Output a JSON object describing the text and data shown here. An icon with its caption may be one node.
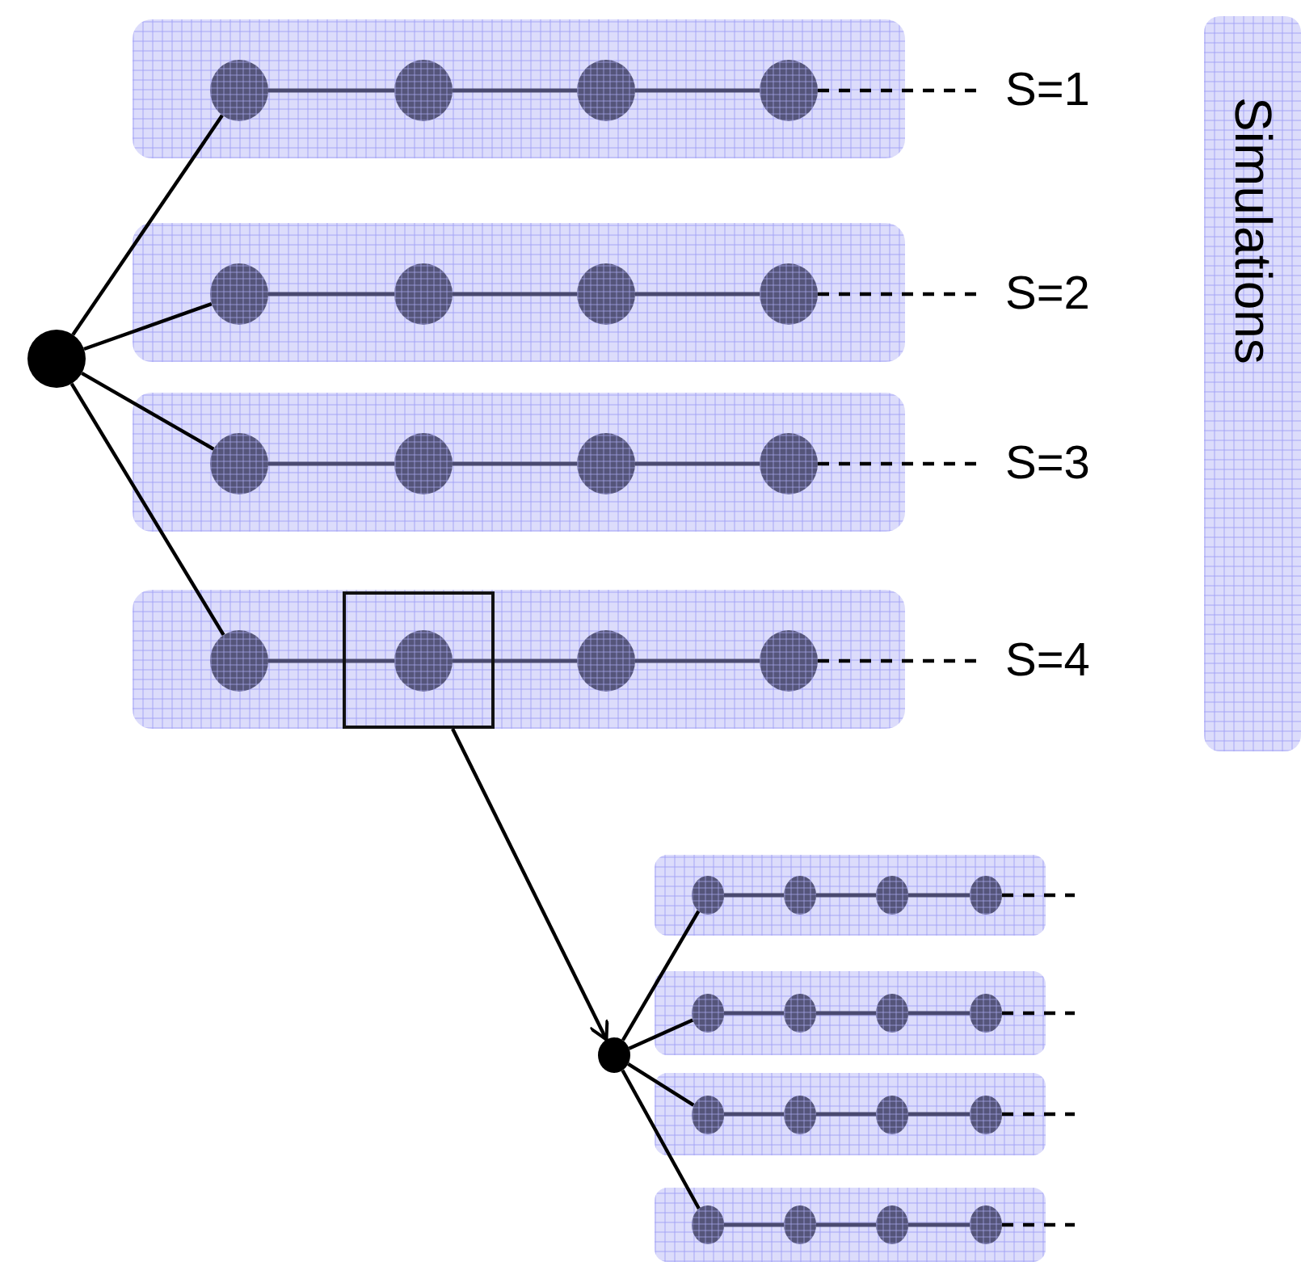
{
  "diagram": {
    "nodes": [
      {
        "text": [],
        "shape": "circle"
      },
      {
        "text": [],
        "shape": "box"
      },
      {
        "text": [],
        "shape": "circle",
        "in": 1
      },
      {
        "text": [],
        "shape": "circle",
        "in": 1
      },
      {
        "text": [],
        "shape": "circle",
        "in": 1
      },
      {
        "text": [],
        "shape": "circle",
        "in": 1
      },
      {
        "text": [
          "S=1"
        ]
      },
      {
        "text": [],
        "shape": "box"
      },
      {
        "text": [],
        "shape": "circle",
        "in": 7
      },
      {
        "text": [],
        "shape": "circle",
        "in": 7
      },
      {
        "text": [],
        "shape": "circle",
        "in": 7
      },
      {
        "text": [],
        "shape": "circle",
        "in": 7
      },
      {
        "text": [
          "S=2"
        ]
      },
      {
        "text": [],
        "shape": "box"
      },
      {
        "text": [],
        "shape": "circle",
        "in": 13
      },
      {
        "text": [],
        "shape": "circle",
        "in": 13
      },
      {
        "text": [],
        "shape": "circle",
        "in": 13
      },
      {
        "text": [],
        "shape": "circle",
        "in": 13
      },
      {
        "text": [
          "S=3"
        ]
      },
      {
        "text": [],
        "shape": "box"
      },
      {
        "text": [],
        "shape": "circle",
        "in": 19
      },
      {
        "text": [],
        "shape": "circle",
        "in": 25
      },
      {
        "text": [],
        "shape": "circle",
        "in": 19
      },
      {
        "text": [],
        "shape": "circle",
        "in": 19
      },
      {
        "text": [
          "S=4"
        ]
      },
      {
        "text": [],
        "shape": "box",
        "in": 19
      },
      {
        "text": [
          "Simulations"
        ]
      },
      {
        "text": [],
        "shape": "circle"
      },
      {
        "text": [],
        "shape": "box"
      },
      {
        "text": [],
        "shape": "circle",
        "in": 28
      },
      {
        "text": [],
        "shape": "circle",
        "in": 28
      },
      {
        "text": [],
        "shape": "circle",
        "in": 28
      },
      {
        "text": [],
        "shape": "circle",
        "in": 28
      },
      {
        "text": [],
        "shape": "box"
      },
      {
        "text": [],
        "shape": "circle",
        "in": 33
      },
      {
        "text": [],
        "shape": "circle",
        "in": 33
      },
      {
        "text": [],
        "shape": "circle",
        "in": 33
      },
      {
        "text": [],
        "shape": "circle",
        "in": 33
      },
      {
        "text": [],
        "shape": "box"
      },
      {
        "text": [],
        "shape": "circle",
        "in": 38
      },
      {
        "text": [],
        "shape": "circle",
        "in": 38
      },
      {
        "text": [],
        "shape": "circle",
        "in": 38
      },
      {
        "text": [],
        "shape": "circle",
        "in": 38
      },
      {
        "text": [],
        "shape": "box"
      },
      {
        "text": [],
        "shape": "circle",
        "in": 43
      },
      {
        "text": [],
        "shape": "circle",
        "in": 43
      },
      {
        "text": [],
        "shape": "circle",
        "in": 43
      },
      {
        "text": [],
        "shape": "circle",
        "in": 43
      }
    ],
    "edges": [
      {
        "from": 0,
        "to": 2,
        "arrow": "none",
        "color": "#000000"
      },
      {
        "from": 0,
        "to": 8,
        "arrow": "none",
        "color": "#000000"
      },
      {
        "from": 0,
        "to": 14,
        "arrow": "none",
        "color": "#000000"
      },
      {
        "from": 0,
        "to": 20,
        "arrow": "none",
        "color": "#000000"
      },
      {
        "from": 2,
        "to": 3,
        "arrow": "none"
      },
      {
        "from": 3,
        "to": 4,
        "arrow": "none"
      },
      {
        "from": 4,
        "to": 5,
        "arrow": "none"
      },
      {
        "from": 8,
        "to": 9,
        "arrow": "none"
      },
      {
        "from": 9,
        "to": 10,
        "arrow": "none"
      },
      {
        "from": 10,
        "to": 11,
        "arrow": "none"
      },
      {
        "from": 14,
        "to": 15,
        "arrow": "none"
      },
      {
        "from": 15,
        "to": 16,
        "arrow": "none"
      },
      {
        "from": 16,
        "to": 17,
        "arrow": "none"
      },
      {
        "from": 20,
        "to": 21,
        "arrow": "none"
      },
      {
        "from": 21,
        "to": 22,
        "arrow": "none"
      },
      {
        "from": 22,
        "to": 23,
        "arrow": "none"
      },
      {
        "from": 5,
        "to": 6,
        "arrow": "none",
        "style": "dashed",
        "color": "#000000"
      },
      {
        "from": 11,
        "to": 12,
        "arrow": "none",
        "style": "dashed",
        "color": "#000000"
      },
      {
        "from": 17,
        "to": 18,
        "arrow": "none",
        "style": "dashed",
        "color": "#000000"
      },
      {
        "from": 23,
        "to": 24,
        "arrow": "none",
        "style": "dashed",
        "color": "#000000"
      },
      {
        "from": 25,
        "to": 27,
        "arrow": "to",
        "color": "#000000"
      },
      {
        "from": 27,
        "to": 29,
        "arrow": "none",
        "color": "#000000"
      },
      {
        "from": 27,
        "to": 34,
        "arrow": "none",
        "color": "#000000"
      },
      {
        "from": 27,
        "to": 39,
        "arrow": "none",
        "color": "#000000"
      },
      {
        "from": 27,
        "to": 44,
        "arrow": "none",
        "color": "#000000"
      },
      {
        "from": 29,
        "to": 30,
        "arrow": "none"
      },
      {
        "from": 30,
        "to": 31,
        "arrow": "none"
      },
      {
        "from": 31,
        "to": 32,
        "arrow": "none"
      },
      {
        "from": 34,
        "to": 35,
        "arrow": "none"
      },
      {
        "from": 35,
        "to": 36,
        "arrow": "none"
      },
      {
        "from": 36,
        "to": 37,
        "arrow": "none"
      },
      {
        "from": 39,
        "to": 40,
        "arrow": "none"
      },
      {
        "from": 40,
        "to": 41,
        "arrow": "none"
      },
      {
        "from": 41,
        "to": 42,
        "arrow": "none"
      },
      {
        "from": 44,
        "to": 45,
        "arrow": "none"
      },
      {
        "from": 45,
        "to": 46,
        "arrow": "none"
      },
      {
        "from": 46,
        "to": 47,
        "arrow": "none"
      },
      {
        "from": 32,
        "to": null,
        "arrow": "none",
        "style": "dashed",
        "color": "#000000"
      },
      {
        "from": 37,
        "to": null,
        "arrow": "none",
        "style": "dashed",
        "color": "#000000"
      },
      {
        "from": 42,
        "to": null,
        "arrow": "none",
        "style": "dashed",
        "color": "#000000"
      },
      {
        "from": 47,
        "to": null,
        "arrow": "none",
        "style": "dashed",
        "color": "#000000"
      }
    ]
  }
}
